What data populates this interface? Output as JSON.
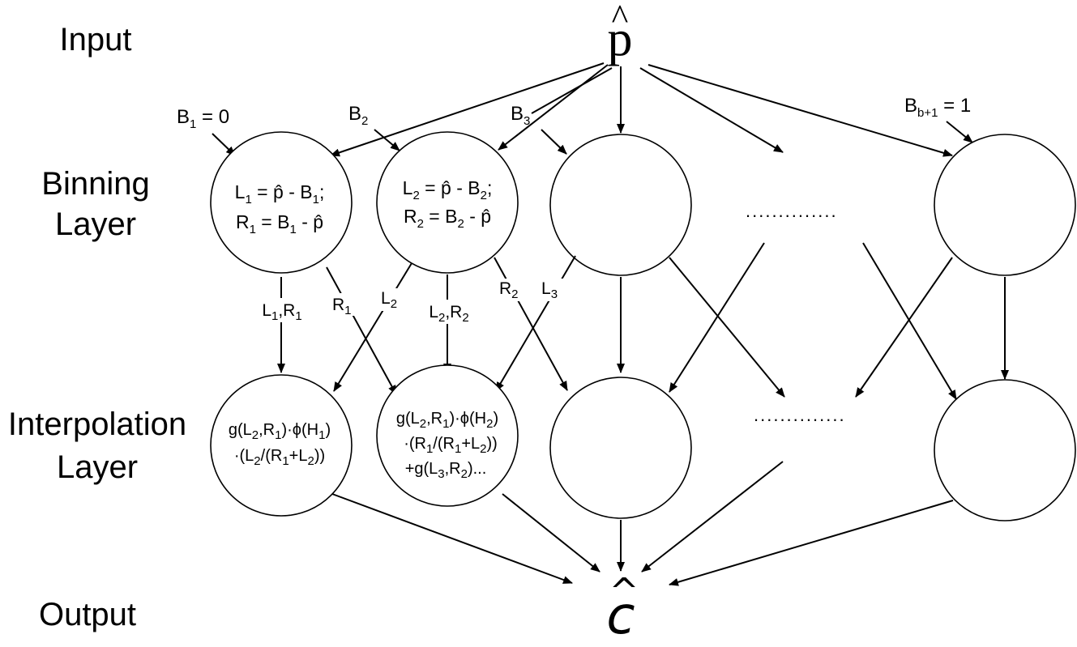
{
  "layers": {
    "input": "Input",
    "binning_1": "Binning",
    "binning_2": "Layer",
    "interp_1": "Interpolation",
    "interp_2": "Layer",
    "output": "Output"
  },
  "symbols": {
    "input": "p",
    "output": "c",
    "hat": "^"
  },
  "boundaries": {
    "b1": {
      "base": "B",
      "sub": "1",
      "rest": " = 0"
    },
    "b2": {
      "base": "B",
      "sub": "2"
    },
    "b3": {
      "base": "B",
      "sub": "3"
    },
    "bn": {
      "base": "B",
      "sub": "b+1",
      "rest": " = 1"
    }
  },
  "bin_nodes": {
    "n1_line1": {
      "a": "L",
      "a_sub": "1",
      "b": " = p̂ - B",
      "b_sub": "1",
      "c": ";"
    },
    "n1_line2": {
      "a": "R",
      "a_sub": "1",
      "b": " = B",
      "b_sub": "1",
      "c": " - p̂"
    },
    "n2_line1": {
      "a": "L",
      "a_sub": "2",
      "b": " = p̂ - B",
      "b_sub": "2",
      "c": ";"
    },
    "n2_line2": {
      "a": "R",
      "a_sub": "2",
      "b": " = B",
      "b_sub": "2",
      "c": " - p̂"
    }
  },
  "edge_labels": {
    "e1": {
      "a": "L",
      "a_sub": "1",
      "b": ",R",
      "b_sub": "1"
    },
    "e2": {
      "a": "R",
      "a_sub": "1"
    },
    "e3": {
      "a": "L",
      "a_sub": "2"
    },
    "e4": {
      "a": "L",
      "a_sub": "2",
      "b": ",R",
      "b_sub": "2"
    },
    "e5": {
      "a": "R",
      "a_sub": "2"
    },
    "e6": {
      "a": "L",
      "a_sub": "3"
    }
  },
  "interp_nodes": {
    "n1_line1": {
      "a": "g(L",
      "a_sub": "2",
      "b": ",R",
      "b_sub": "1",
      "c": ")·ϕ(H",
      "c_sub": "1",
      "d": ")"
    },
    "n1_line2": {
      "a": "·(L",
      "a_sub": "2",
      "b": "/(R",
      "b_sub": "1",
      "c": "+L",
      "c_sub": "2",
      "d": "))"
    },
    "n2_line1": {
      "a": "g(L",
      "a_sub": "2",
      "b": ",R",
      "b_sub": "1",
      "c": ")·ϕ(H",
      "c_sub": "2",
      "d": ")"
    },
    "n2_line2": {
      "a": "·(R",
      "a_sub": "1",
      "b": "/(R",
      "b_sub": "1",
      "c": "+L",
      "c_sub": "2",
      "d": "))"
    },
    "n2_line3": {
      "a": "+g(L",
      "a_sub": "3",
      "b": ",R",
      "b_sub": "2",
      "c": ")..."
    }
  },
  "ellipsis": {
    "bin": "..............",
    "interp": ".............."
  },
  "colors": {
    "stroke": "#000000",
    "fill": "#ffffff"
  }
}
